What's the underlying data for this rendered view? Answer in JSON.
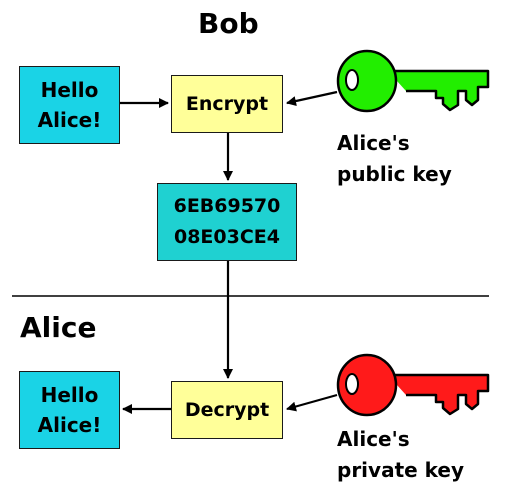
{
  "bob": {
    "title": "Bob"
  },
  "alice": {
    "title": "Alice"
  },
  "message_top": {
    "line1": "Hello",
    "line2": "Alice!"
  },
  "message_bottom": {
    "line1": "Hello",
    "line2": "Alice!"
  },
  "encrypt": {
    "label": "Encrypt"
  },
  "decrypt": {
    "label": "Decrypt"
  },
  "ciphertext": {
    "line1": "6EB69570",
    "line2": "08E03CE4"
  },
  "public_key": {
    "line1": "Alice's",
    "line2": "public key",
    "color": "#22ee00",
    "icon": "key-icon"
  },
  "private_key": {
    "line1": "Alice's",
    "line2": "private key",
    "color": "#ff1a1a",
    "icon": "key-icon"
  },
  "colors": {
    "message_box": "#1ad3e6",
    "operation_box": "#ffff99",
    "ciphertext_box": "#1fd1d1"
  }
}
